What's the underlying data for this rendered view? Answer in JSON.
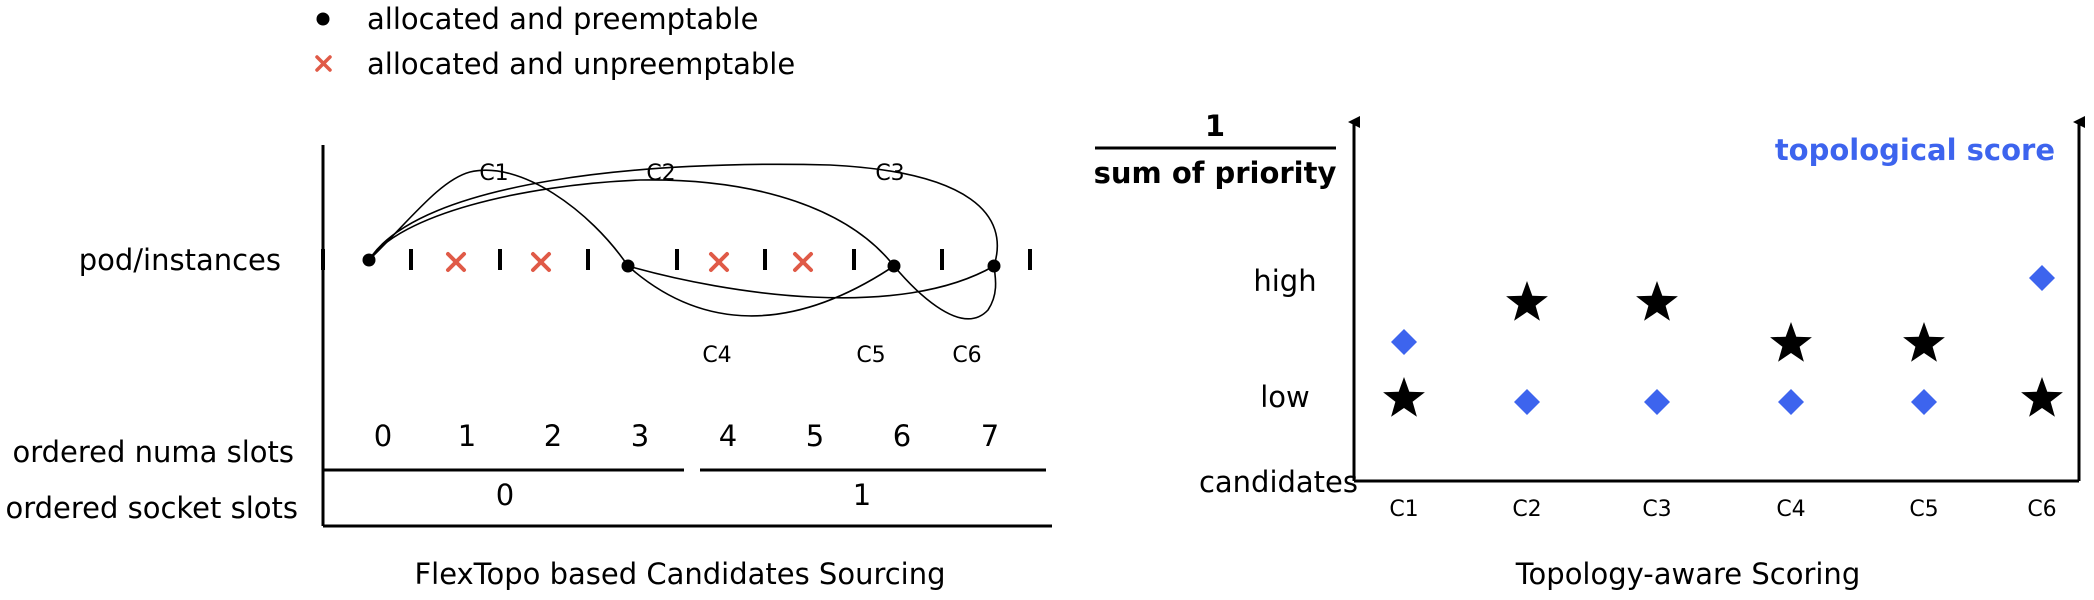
{
  "legend": {
    "preemptable_label": "allocated and preemptable",
    "unpreemptable_label": "allocated and unpreemptable"
  },
  "left_panel": {
    "row_label": "pod/instances",
    "numa_label": "ordered numa slots",
    "socket_label": "ordered socket slots",
    "caption": "FlexTopo based Candidates Sourcing",
    "numa_slots": [
      "0",
      "1",
      "2",
      "3",
      "4",
      "5",
      "6",
      "7"
    ],
    "socket_slots": [
      "0",
      "1"
    ],
    "candidates_top": [
      "C1",
      "C2",
      "C3"
    ],
    "candidates_bottom": [
      "C4",
      "C5",
      "C6"
    ],
    "unpreemptable_color": "#e05a47"
  },
  "right_panel": {
    "y_axis_numerator": "1",
    "y_axis_denominator": "sum of priority",
    "right_axis_label": "topological score",
    "high_label": "high",
    "low_label": "low",
    "x_axis_label": "candidates",
    "caption": "Topology-aware Scoring",
    "accent_color": "#3d64ee",
    "candidates": [
      "C1",
      "C2",
      "C3",
      "C4",
      "C5",
      "C6"
    ],
    "priority_level": [
      "low",
      "high",
      "high",
      "mid",
      "mid",
      "low"
    ],
    "topology_level": [
      "mid",
      "low",
      "low",
      "low",
      "low",
      "high"
    ]
  }
}
